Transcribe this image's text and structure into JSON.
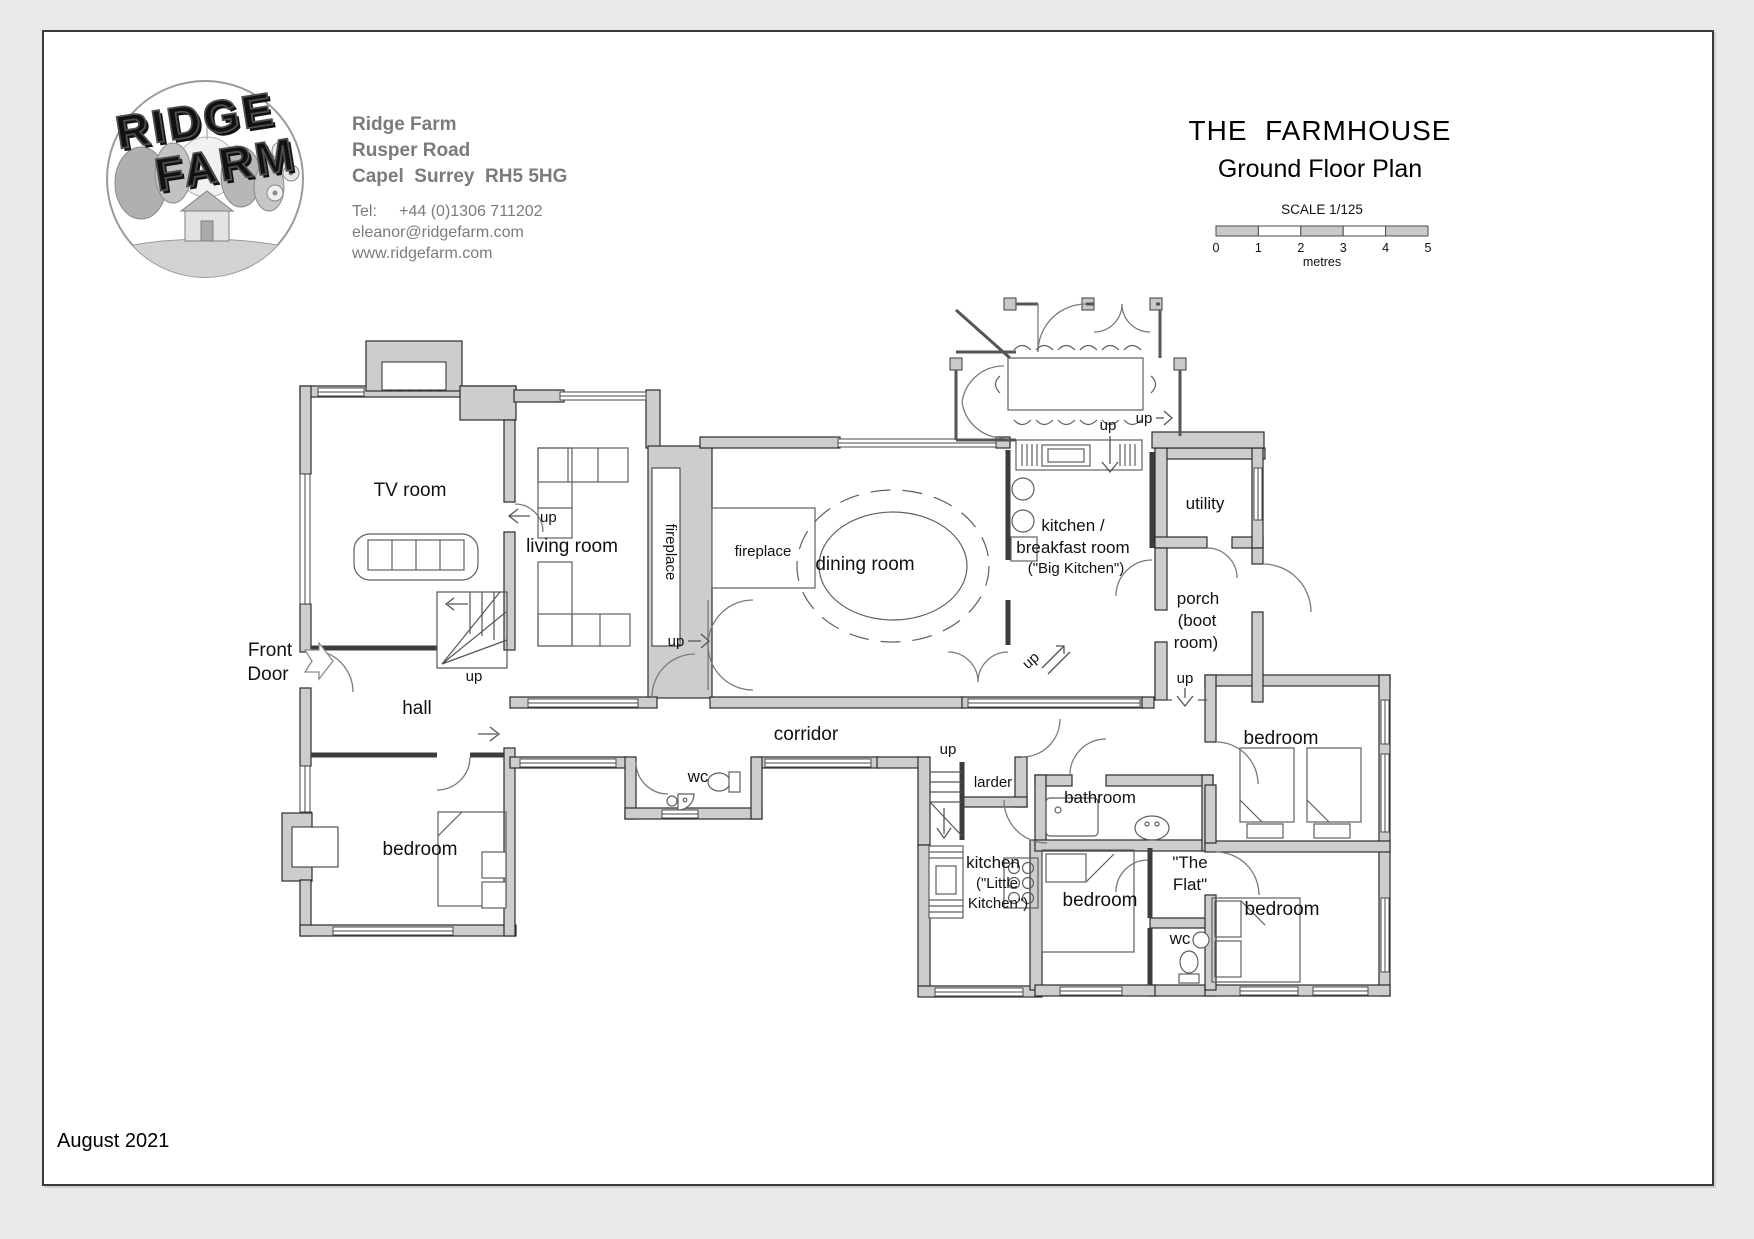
{
  "header": {
    "logo": {
      "word1": "RIDGE",
      "word2": "FARM"
    },
    "contact": {
      "name": "Ridge Farm",
      "street": "Rusper Road",
      "city": "Capel  Surrey  RH5 5HG",
      "tel": "Tel:     +44 (0)1306 711202",
      "email": "eleanor@ridgefarm.com",
      "web": "www.ridgefarm.com"
    },
    "title_line1": "THE  FARMHOUSE",
    "title_line2": "Ground Floor Plan",
    "scale_label": "SCALE 1/125",
    "scale_ticks": [
      "0",
      "1",
      "2",
      "3",
      "4",
      "5"
    ],
    "scale_unit": "metres"
  },
  "plan": {
    "labels": {
      "tv_room": "TV room",
      "living_room": "living room",
      "fireplace": "fireplace",
      "dining_room": "dining room",
      "kitchen_line1": "kitchen /",
      "kitchen_line2": "breakfast room",
      "kitchen_line3": "(\"Big Kitchen\")",
      "utility": "utility",
      "porch_line1": "porch",
      "porch_line2": "(boot",
      "porch_line3": "room)",
      "front_door_line1": "Front",
      "front_door_line2": "Door",
      "hall": "hall",
      "corridor": "corridor",
      "wc": "wc",
      "up": "up",
      "larder": "larder",
      "bathroom": "bathroom",
      "little_kitchen_line1": "kitchen",
      "little_kitchen_line2": "(\"Little",
      "little_kitchen_line3": "Kitchen\")",
      "bedroom": "bedroom",
      "the_flat_line1": "\"The",
      "the_flat_line2": "Flat\""
    }
  },
  "footer": {
    "date": "August 2021"
  }
}
